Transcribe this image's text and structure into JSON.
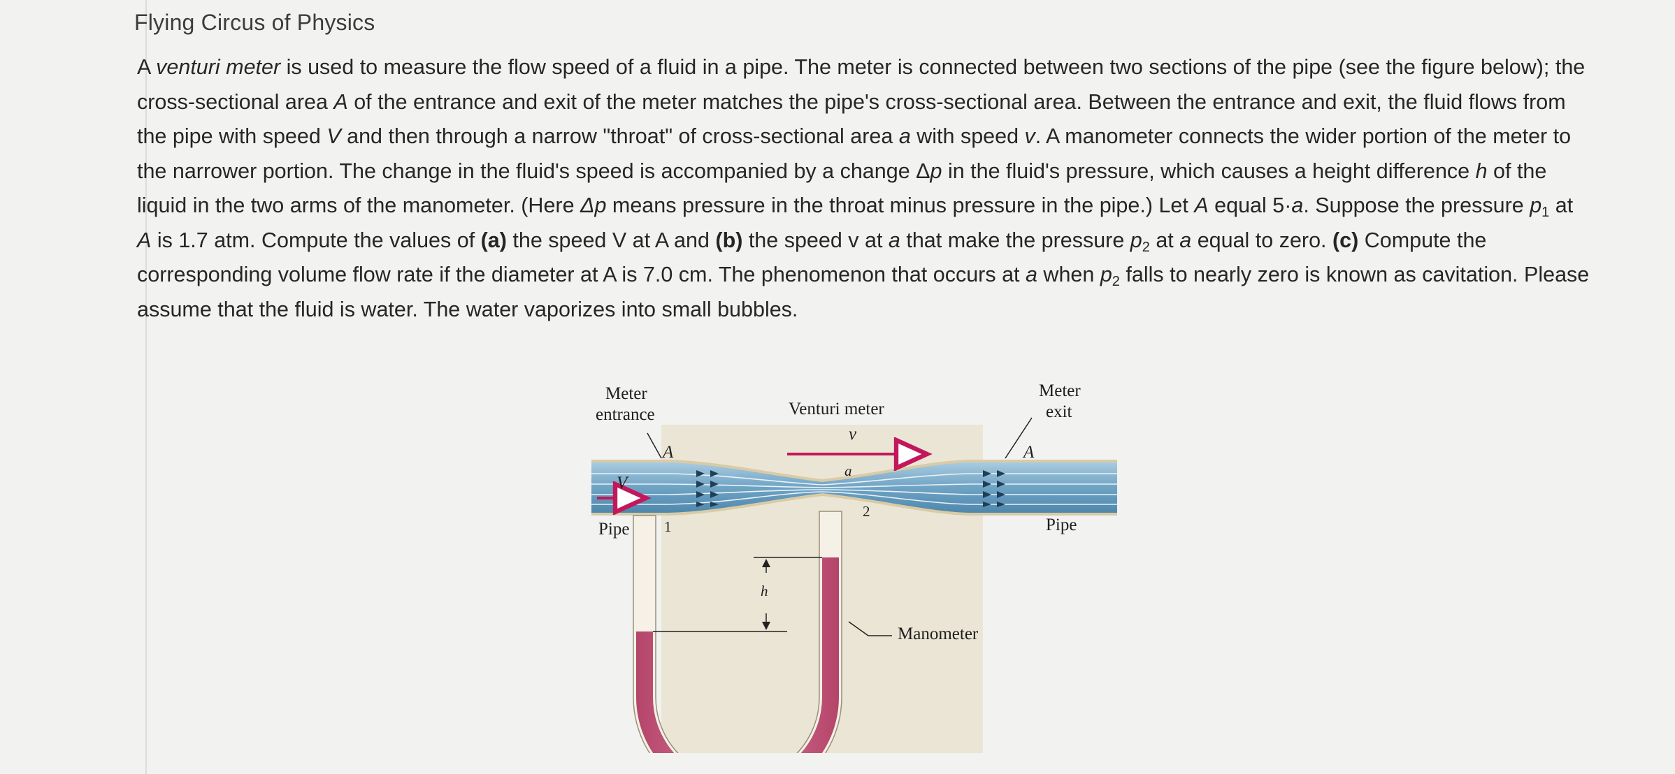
{
  "header": {
    "title": "Flying Circus of Physics"
  },
  "problem": {
    "s01": "venturi meter",
    "s02": " is used to measure the flow speed of a fluid in a pipe. The meter is connected between two sections of the pipe (see the figure below); the cross-sectional area ",
    "s03": "A",
    "s04": " of the entrance and exit of the meter matches the pipe's cross-sectional area. Between the entrance and exit, the fluid flows from the pipe with speed ",
    "s05": "V",
    "s06": " and then through a narrow \"throat\" of cross-sectional area ",
    "s07": "a",
    "s08": " with speed ",
    "s09": "v",
    "s10": ". A manometer connects the wider portion of the meter to the narrower portion. The change in the fluid's speed is accompanied by a change Δ",
    "s11": "p",
    "s12": " in the fluid's pressure, which causes a height difference ",
    "s13": "h",
    "s14": " of the liquid in the two arms of the manometer. (Here ",
    "s15": "Δp",
    "s16": " means pressure in the throat minus pressure in the pipe.) Let ",
    "s17": "A",
    "s18": " equal 5·",
    "s19": "a",
    "s20": ". Suppose the pressure ",
    "s21": "p",
    "s22": "1",
    "s23": " at ",
    "s24": "A",
    "s25": " is 1.7 atm. Compute the values of ",
    "s26": "(a)",
    "s27": " the speed ",
    "s28": "V",
    "s29": " at ",
    "s30": "A",
    "s31": " and ",
    "s32": "(b)",
    "s33": " the speed ",
    "s34": "v",
    "s35": " at ",
    "s36": "a",
    "s37": " that make the pressure ",
    "s38": "p",
    "s39": "2",
    "s40": " at ",
    "s41": "a",
    "s42": " equal to zero. ",
    "s43": "(c)",
    "s44": " Compute the corresponding volume flow rate if the diameter at ",
    "s45": "A",
    "s46": " is 7.0 cm. The phenomenon that occurs at ",
    "s47": "a",
    "s48": " when ",
    "s49": "p",
    "s50": "2",
    "s51": " falls to nearly zero is known as cavitation. Please assume that the fluid is water. The water vaporizes into small bubbles.",
    "s00": "A "
  },
  "figure": {
    "meter_entrance_line1": "Meter",
    "meter_entrance_line2": "entrance",
    "venturi_meter": "Venturi meter",
    "meter_exit_line1": "Meter",
    "meter_exit_line2": "exit",
    "v_throat": "v⃗",
    "V_pipe": "V⃗",
    "A_left": "A",
    "A_right": "A",
    "a_throat": "a",
    "pipe_left": "Pipe",
    "pipe_right": "Pipe",
    "point_1": "1",
    "point_2": "2",
    "h_label": "h",
    "manometer": "Manometer",
    "colors": {
      "background": "#ece6d6",
      "pipe_fluid": "#6fa3c4",
      "manometer_liquid": "#c9587a",
      "arrow": "#c2185b"
    }
  }
}
